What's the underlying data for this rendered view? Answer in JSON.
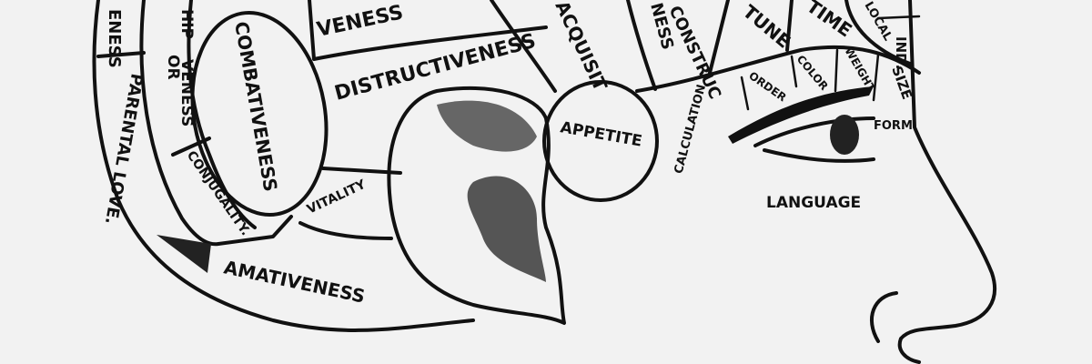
{
  "labels": {
    "eness": "ENESS",
    "parental_love": "PARENTAL LOVE.",
    "friendship_1": "HIP",
    "friendship_2": "OR",
    "friendship_3": "VENESS",
    "combativeness": "COMBATIVENESS",
    "conjugality": "CONJUGALITY.",
    "vitality": "VITALITY",
    "top_veness": "VENESS",
    "destructiveness": "DISTRUCTIVENESS",
    "acquisit": "ACQUISIT",
    "construc": "CONSTRUC",
    "ness": "NESS",
    "tune": "TUNE",
    "time": "TIME",
    "local": "LOCAL",
    "ind": "IND.",
    "size": "SIZE",
    "weight": "WEIGHT",
    "color": "COLOR",
    "order": "ORDER",
    "calculation": "CALCULATION",
    "form": "FORM",
    "language": "LANGUAGE",
    "appetite": "APPETITE",
    "amativeness": "AMATIVENESS"
  },
  "colors": {
    "ink": "#111111",
    "paper": "#f2f2f2"
  }
}
